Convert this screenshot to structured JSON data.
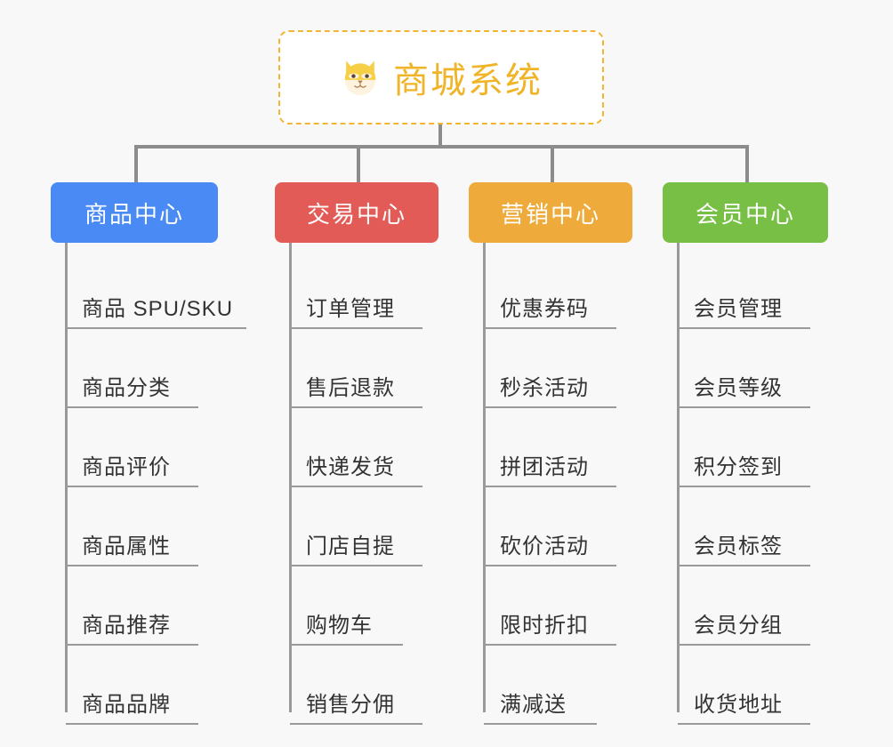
{
  "background_color": "#f8f8f8",
  "root": {
    "icon": "shiba-dog-face-emoji",
    "title": "商城系统",
    "border_color": "#f2b431",
    "text_color": "#f0b429",
    "fill_color": "#ffffff"
  },
  "connector_color": "#8c8c8c",
  "trunk_color": "#9a9a9a",
  "columns": [
    {
      "id": "product-center",
      "label": "商品中心",
      "color": "#4a8af4",
      "items": [
        "商品 SPU/SKU",
        "商品分类",
        "商品评价",
        "商品属性",
        "商品推荐",
        "商品品牌"
      ]
    },
    {
      "id": "trade-center",
      "label": "交易中心",
      "color": "#e35b57",
      "items": [
        "订单管理",
        "售后退款",
        "快递发货",
        "门店自提",
        "购物车",
        "销售分佣"
      ]
    },
    {
      "id": "marketing-center",
      "label": "营销中心",
      "color": "#eeab3c",
      "items": [
        "优惠券码",
        "秒杀活动",
        "拼团活动",
        "砍价活动",
        "限时折扣",
        "满减送"
      ]
    },
    {
      "id": "member-center",
      "label": "会员中心",
      "color": "#78bf45",
      "items": [
        "会员管理",
        "会员等级",
        "积分签到",
        "会员标签",
        "会员分组",
        "收货地址"
      ]
    }
  ]
}
